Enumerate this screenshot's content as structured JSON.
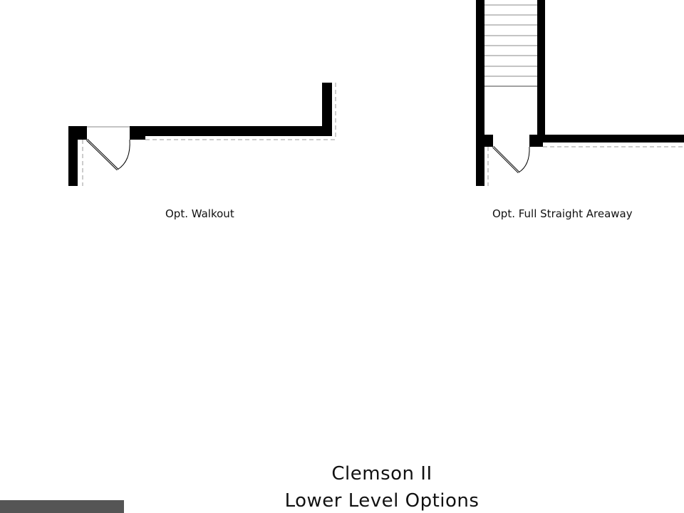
{
  "options": [
    {
      "label": "Opt. Walkout"
    },
    {
      "label": "Opt. Full Straight Areaway"
    }
  ],
  "title": {
    "line1": "Clemson II",
    "line2": "Lower Level Options"
  },
  "colors": {
    "wall": "#000000",
    "dash": "#999999",
    "watermark": "#555555"
  }
}
